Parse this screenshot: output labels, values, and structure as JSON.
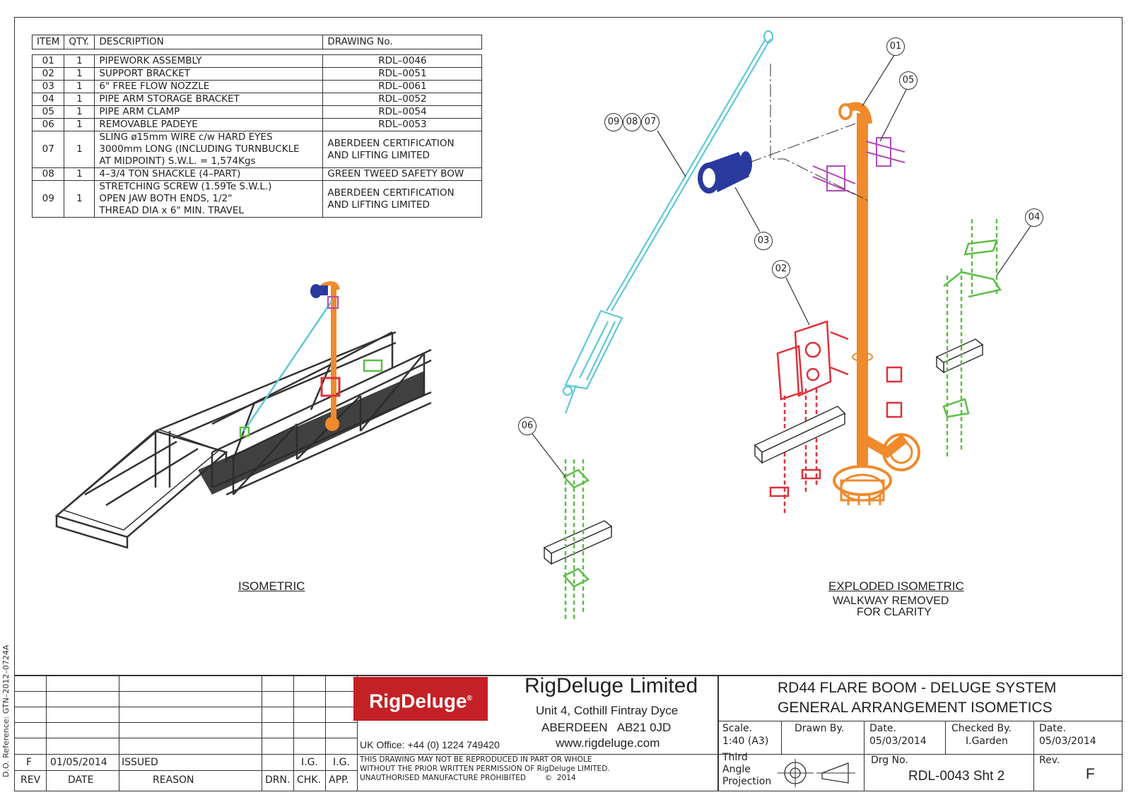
{
  "bom": {
    "headers": [
      "ITEM",
      "QTY.",
      "DESCRIPTION",
      "DRAWING No."
    ],
    "rows": [
      {
        "item": "01",
        "qty": "1",
        "desc": "PIPEWORK ASSEMBLY",
        "dwg": "RDL–0046"
      },
      {
        "item": "02",
        "qty": "1",
        "desc": "SUPPORT BRACKET",
        "dwg": "RDL–0051"
      },
      {
        "item": "03",
        "qty": "1",
        "desc": "6\" FREE FLOW NOZZLE",
        "dwg": "RDL–0061"
      },
      {
        "item": "04",
        "qty": "1",
        "desc": "PIPE ARM STORAGE BRACKET",
        "dwg": "RDL–0052"
      },
      {
        "item": "05",
        "qty": "1",
        "desc": "PIPE ARM CLAMP",
        "dwg": "RDL–0054"
      },
      {
        "item": "06",
        "qty": "1",
        "desc": "REMOVABLE PADEYE",
        "dwg": "RDL–0053"
      },
      {
        "item": "07",
        "qty": "1",
        "desc": "SLING ø15mm WIRE c/w HARD EYES\n3000mm LONG (INCLUDING TURNBUCKLE\nAT MIDPOINT) S.W.L. = 1,574Kgs",
        "dwg": "ABERDEEN CERTIFICATION\nAND LIFTING LIMITED"
      },
      {
        "item": "08",
        "qty": "1",
        "desc": "4–3/4 TON SHACKLE (4–PART)",
        "dwg": "GREEN TWEED SAFETY BOW"
      },
      {
        "item": "09",
        "qty": "1",
        "desc": "STRETCHING SCREW (1.59Te S.W.L.)\nOPEN JAW BOTH ENDS, 1/2\"\nTHREAD DIA x 6\" MIN. TRAVEL",
        "dwg": "ABERDEEN CERTIFICATION\nAND LIFTING LIMITED"
      }
    ]
  },
  "views": {
    "isometric": "ISOMETRIC",
    "exploded": "EXPLODED ISOMETRIC",
    "exploded_note_1": "WALKWAY REMOVED",
    "exploded_note_2": "FOR CLARITY"
  },
  "callouts": {
    "c01": "01",
    "c02": "02",
    "c03": "03",
    "c04": "04",
    "c05": "05",
    "c06": "06",
    "c07": "07",
    "c08": "08",
    "c09": "09"
  },
  "colors": {
    "pipe": "#f08a2c",
    "bracket": "#e0303a",
    "nozzle": "#2a3a9e",
    "sling": "#5ec8d8",
    "storage": "#5cbf46",
    "clamp": "#b04ab8",
    "frame": "#333333",
    "logo_bg": "#c42126"
  },
  "revisions": {
    "row": {
      "rev": "F",
      "date": "01/05/2014",
      "reason": "ISSUED",
      "drn": "",
      "chk": "I.G.",
      "app": "I.G."
    },
    "headers": {
      "rev": "REV",
      "date": "DATE",
      "reason": "REASON",
      "drn": "DRN.",
      "chk": "CHK.",
      "app": "APP."
    }
  },
  "company": {
    "logo": "RigDeluge",
    "name": "RigDeluge Limited",
    "address_1": "Unit 4, Cothill Fintray Dyce",
    "address_2": "ABERDEEN   AB21 0JD",
    "web": "www.rigdeluge.com",
    "phone": "UK Office: +44 (0) 1224 749420",
    "notice_1": "THIS DRAWING MAY NOT BE REPRODUCED IN PART OR WHOLE",
    "notice_2": "WITHOUT THE PRIOR WRITTEN PERMISSION OF RigDeluge LIMITED.",
    "notice_3": "UNAUTHORISED MANUFACTURE PROHIBITED        ©  2014"
  },
  "title": {
    "line_1": "RD44 FLARE BOOM - DELUGE SYSTEM",
    "line_2": "GENERAL ARRANGEMENT ISOMETICS",
    "scale_label": "Scale.",
    "scale_value": "1:40 (A3)",
    "drawn_label": "Drawn By.",
    "date_label": "Date.",
    "date_value": "05/03/2014",
    "checked_label": "Checked By.",
    "checked_value": "I.Garden",
    "date2_label": "Date.",
    "date2_value": "05/03/2014",
    "projection_1": "Third",
    "projection_2": "Angle",
    "projection_3": "Projection",
    "drg_label": "Drg No.",
    "drg_value": "RDL-0043 Sht 2",
    "rev_label": "Rev.",
    "rev_value": "F"
  },
  "side_ref": "D.O. Reference:  GTN–2012–0724A"
}
